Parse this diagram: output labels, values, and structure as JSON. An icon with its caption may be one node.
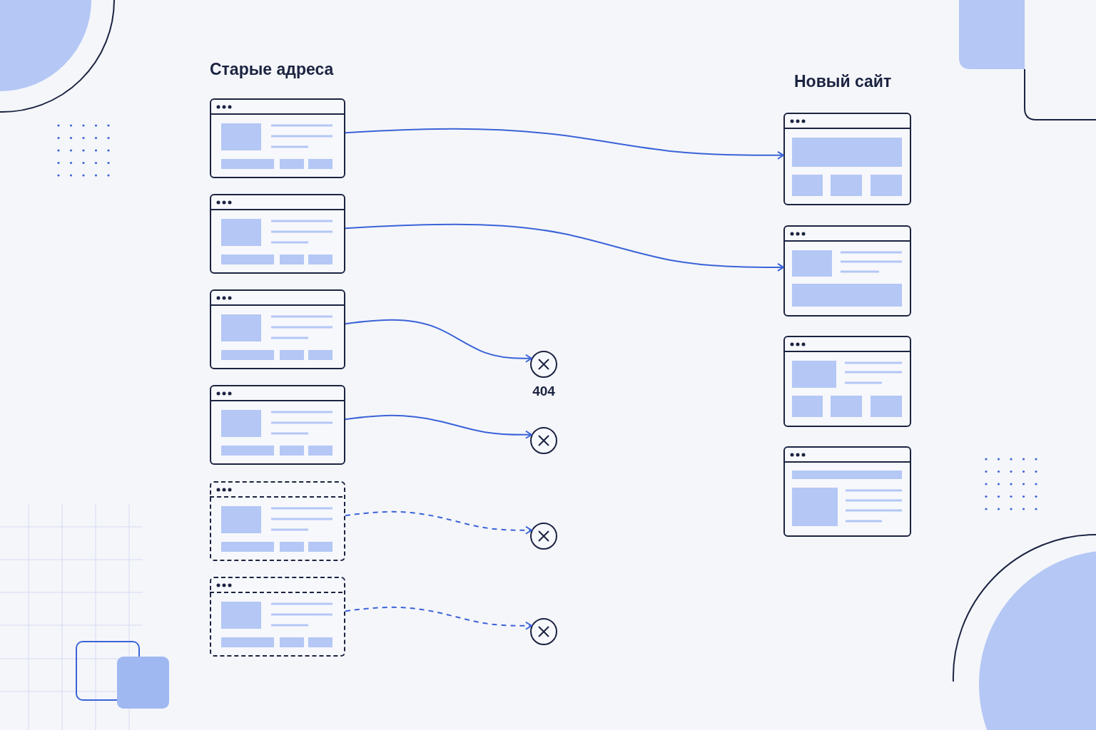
{
  "diagram": {
    "nodes": [
      {
        "text": [],
        "shape": "box"
      },
      {
        "text": [],
        "shape": "box"
      },
      {
        "text": [],
        "shape": "box"
      },
      {
        "text": [],
        "shape": "box"
      },
      {
        "text": [],
        "shape": "box"
      },
      {
        "text": [],
        "shape": "box"
      },
      {
        "text": [],
        "shape": "box"
      },
      {
        "text": [],
        "shape": "box"
      },
      {
        "text": [],
        "shape": "box"
      },
      {
        "text": [],
        "shape": "box"
      },
      {
        "text": [],
        "shape": "circle",
        "beside": [
          "404"
        ]
      },
      {
        "text": [],
        "shape": "circle"
      },
      {
        "text": [],
        "shape": "circle"
      },
      {
        "text": [],
        "shape": "circle"
      }
    ],
    "edges": [
      {
        "from": 0,
        "to": 6,
        "arrow": "to"
      },
      {
        "from": 1,
        "to": 7,
        "arrow": "to"
      },
      {
        "from": 2,
        "to": 10,
        "arrow": "to"
      },
      {
        "from": 3,
        "to": 11,
        "arrow": "to"
      },
      {
        "from": 4,
        "to": 12,
        "arrow": "to",
        "style": "dashed"
      },
      {
        "from": 5,
        "to": 13,
        "arrow": "to",
        "style": "dashed"
      }
    ],
    "labels": [
      "Старые адреса",
      "Новый сайт"
    ]
  }
}
